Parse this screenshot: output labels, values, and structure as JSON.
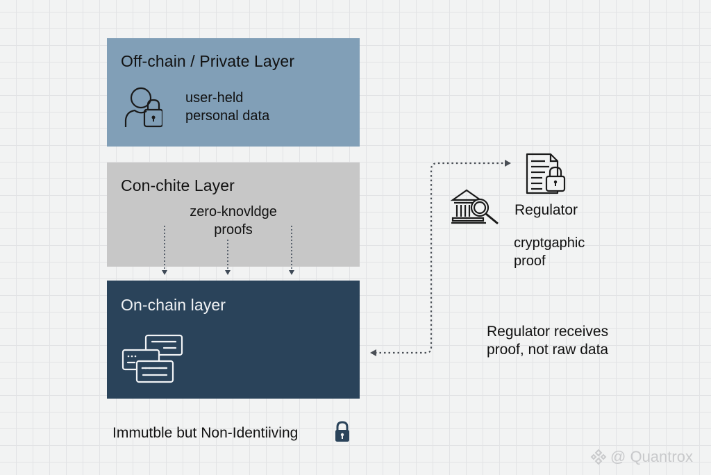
{
  "layers": {
    "private": {
      "title": "Off-chain / Private Layer",
      "text_line1": "user-held",
      "text_line2": "personal data",
      "icon": "user-lock-icon",
      "color": "#819fb7"
    },
    "middle": {
      "title": "Con-chite Layer",
      "text_line1": "zero-knovldge",
      "text_line2": "proofs",
      "color": "#c7c7c7"
    },
    "onchain": {
      "title": "On-chain layer",
      "icon": "ledger-records-icon",
      "color": "#2a435a"
    }
  },
  "regulator": {
    "label": "Regulator",
    "proof_line1": "cryptgaphic",
    "proof_line2": "proof",
    "note_line1": "Regulator receives",
    "note_line2": "proof, not raw data",
    "icons": [
      "bank-search-icon",
      "document-lock-icon"
    ]
  },
  "footer": {
    "text": "Immutble but Non-Identiiving",
    "icon": "lock-icon"
  },
  "watermark": {
    "text": "@ Quantrox"
  }
}
